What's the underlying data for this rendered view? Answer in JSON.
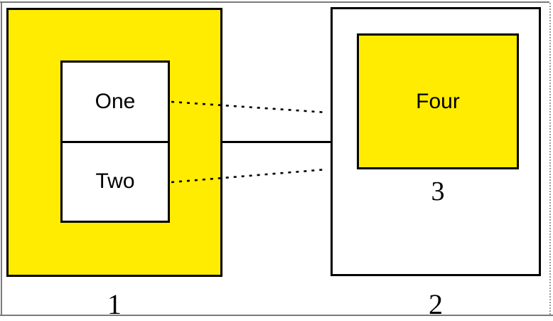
{
  "colors": {
    "node_fill": "#ffec00",
    "stroke": "#000000",
    "frame": "#7a7a7a",
    "frame_dotted": "#9a9a9a",
    "background": "#ffffff"
  },
  "diagram": {
    "left_group": {
      "label": "1",
      "nodes": [
        {
          "label": "One"
        },
        {
          "label": "Two"
        }
      ]
    },
    "right_group": {
      "label": "2",
      "inner_group": {
        "label": "3",
        "node": {
          "label": "Four"
        }
      }
    },
    "edges": [
      {
        "from": "One",
        "to": "group 2",
        "style": "dotted"
      },
      {
        "from": "Two",
        "to": "group 2",
        "style": "dotted"
      },
      {
        "from": "group 1",
        "to": "group 2",
        "style": "solid"
      }
    ]
  }
}
